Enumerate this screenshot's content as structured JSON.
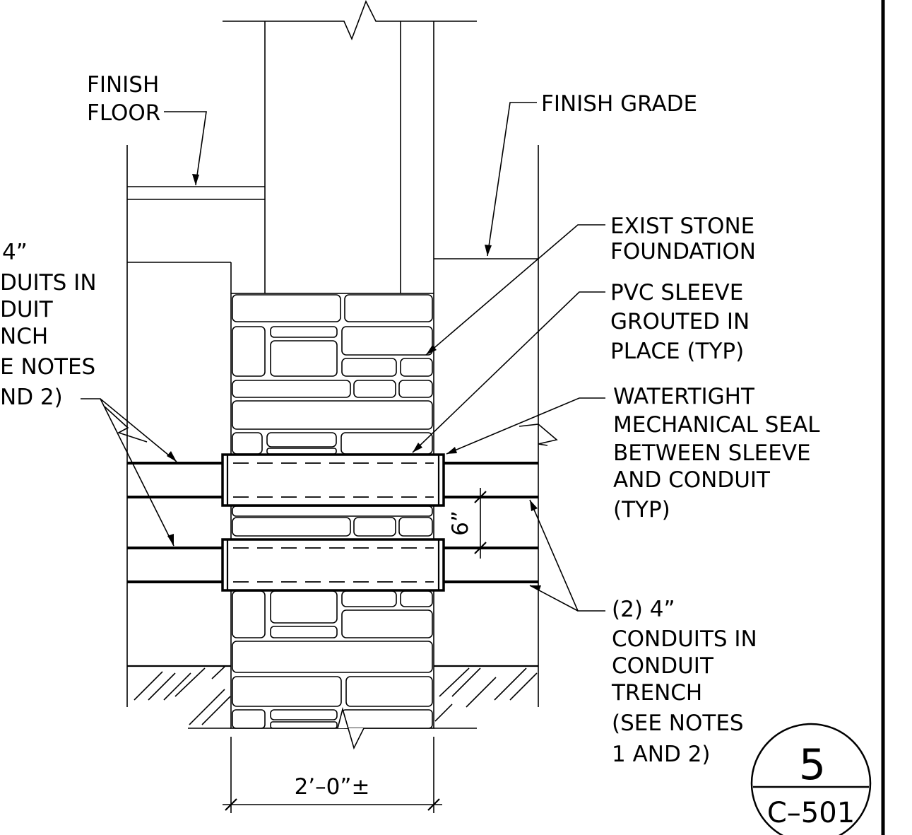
{
  "labels": {
    "finish_floor": [
      "FINISH",
      "FLOOR"
    ],
    "finish_grade": "FINISH GRADE",
    "exist_stone": [
      "EXIST STONE",
      "FOUNDATION"
    ],
    "pvc_sleeve": [
      "PVC SLEEVE",
      "GROUTED IN",
      "PLACE (TYP)"
    ],
    "watertight": [
      "WATERTIGHT",
      "MECHANICAL SEAL",
      "BETWEEN SLEEVE",
      "AND CONDUIT",
      "(TYP)"
    ],
    "conduits_right": [
      "(2) 4”",
      "CONDUITS IN",
      "CONDUIT",
      "TRENCH",
      "(SEE NOTES",
      "1 AND 2)"
    ],
    "conduits_left": [
      "4”",
      "DUITS IN",
      "DUIT",
      "NCH",
      "E NOTES",
      "ND 2)"
    ],
    "spacing_dim": "6”",
    "width_dim": "2’–0”±"
  },
  "detail_callout": {
    "number": "5",
    "sheet": "C–501"
  }
}
